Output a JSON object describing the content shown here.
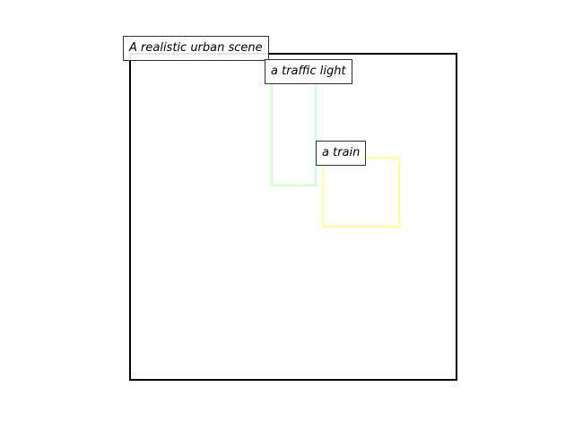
{
  "scene": {
    "caption": "A realistic urban scene"
  },
  "objects": [
    {
      "label": "a traffic light",
      "color": "#ccffcc"
    },
    {
      "label": "a train",
      "color": "#ffff99"
    }
  ],
  "colors": {
    "canvas_border": "#000000",
    "label_border": "#333333",
    "background": "#ffffff"
  }
}
